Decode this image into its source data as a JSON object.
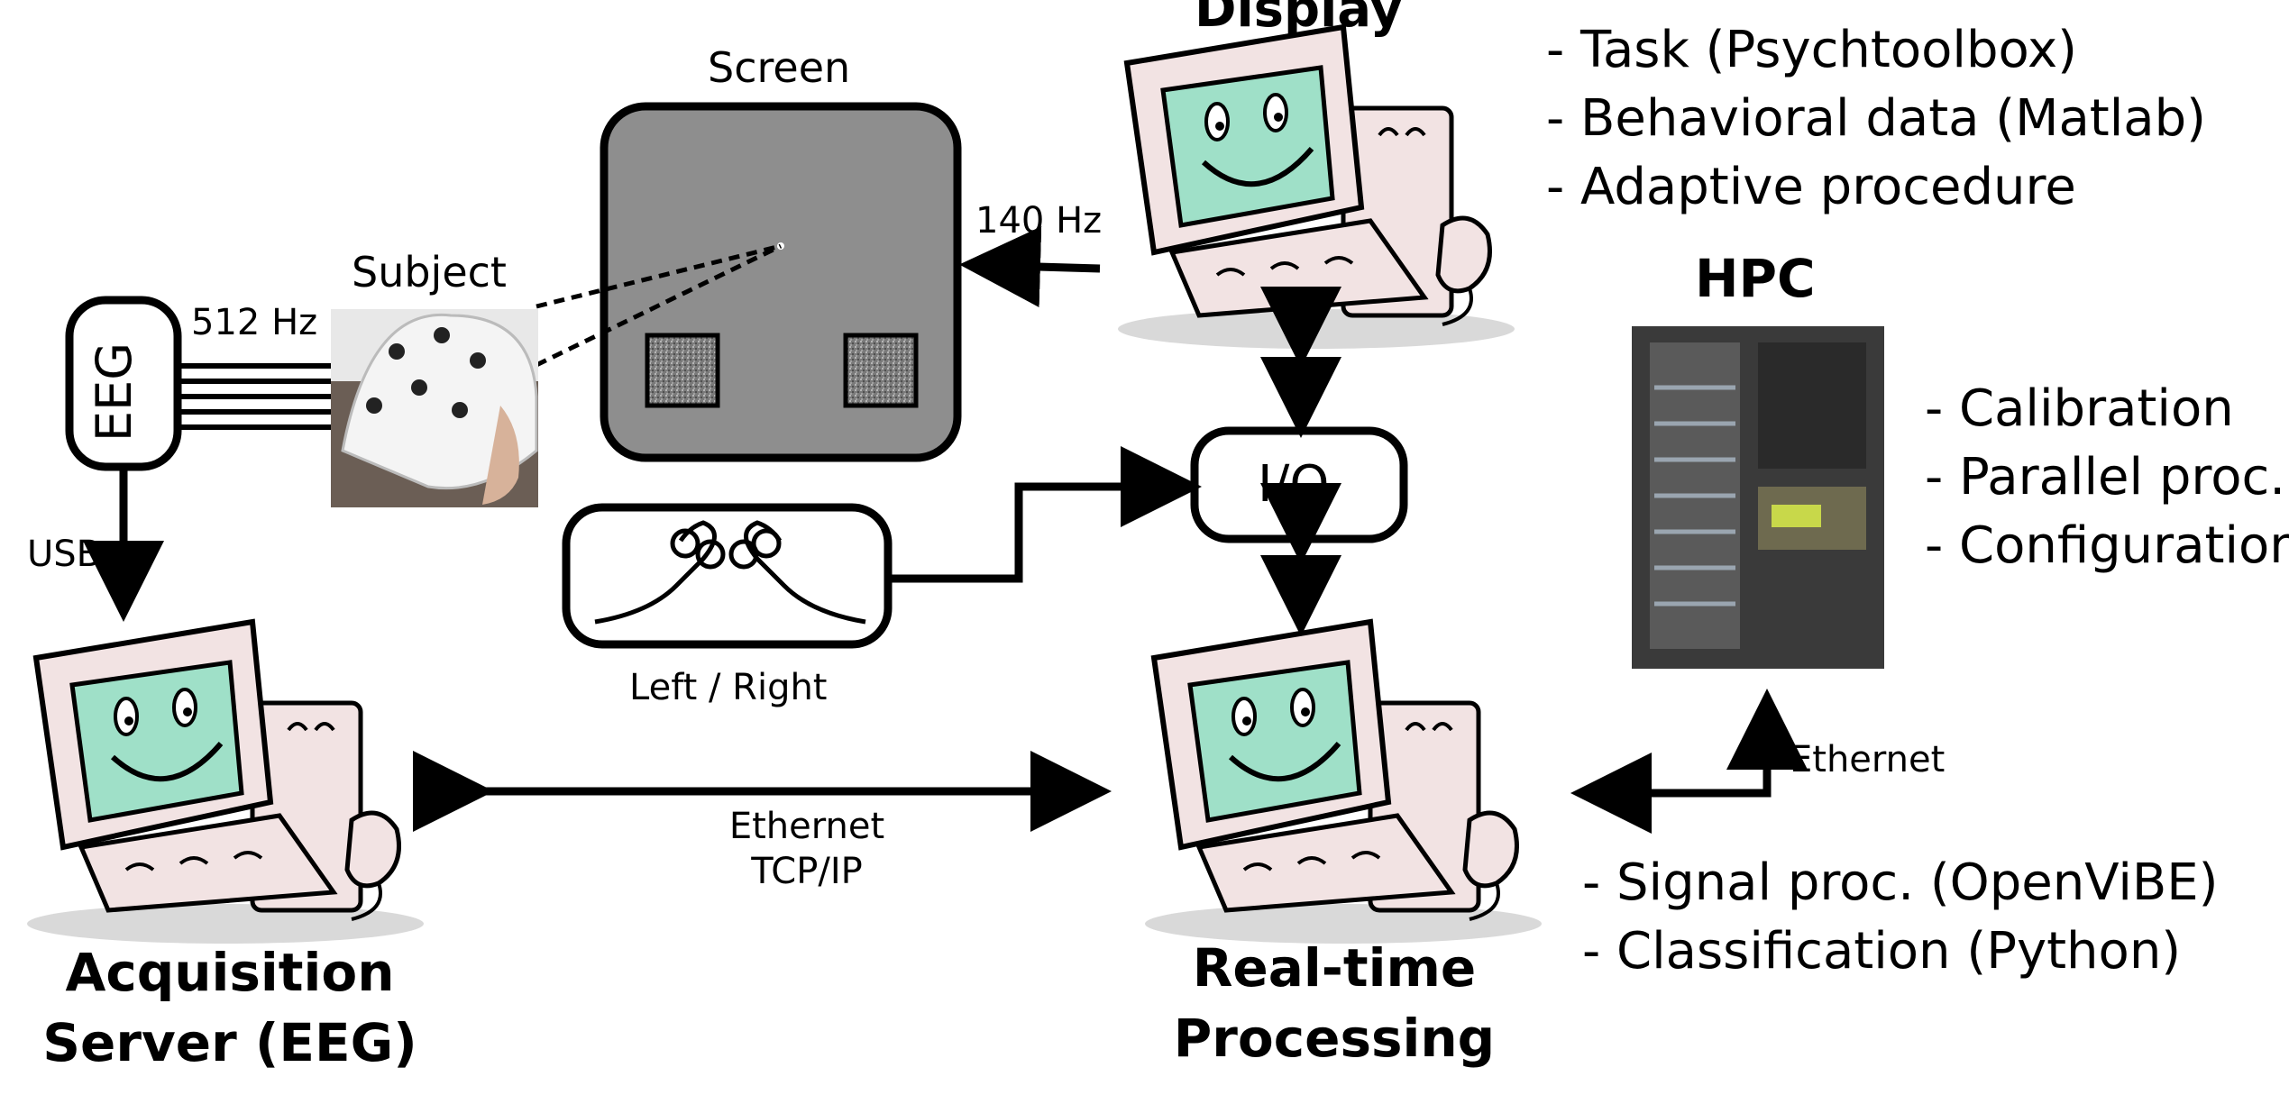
{
  "display": {
    "title": "Display"
  },
  "screen": {
    "label": "Screen"
  },
  "subject": {
    "label": "Subject"
  },
  "eeg": {
    "label": "EEG",
    "rate": "512 Hz",
    "link": "USB"
  },
  "refresh": {
    "rate": "140 Hz"
  },
  "io": {
    "label": "I/O"
  },
  "response": {
    "label": "Left / Right"
  },
  "acquisition": {
    "line1": "Acquisition",
    "line2": "Server (EEG)"
  },
  "realtime": {
    "line1": "Real-time",
    "line2": "Processing"
  },
  "network": {
    "line1": "Ethernet",
    "line2": "TCP/IP"
  },
  "hpc": {
    "title": "HPC",
    "link": "Ethernet",
    "bullets": [
      "- Calibration",
      "- Parallel proc.",
      "- Configuration"
    ]
  },
  "display_tasks": [
    "- Task (Psychtoolbox)",
    "- Behavioral data (Matlab)",
    "- Adaptive procedure"
  ],
  "processing_tasks": [
    "- Signal proc. (OpenViBE)",
    "- Classification (Python)"
  ],
  "colors": {
    "screen_fill": "#8e8e8e",
    "monitor_face": "#9fe0c8",
    "computer_body": "#f2e3e3"
  }
}
